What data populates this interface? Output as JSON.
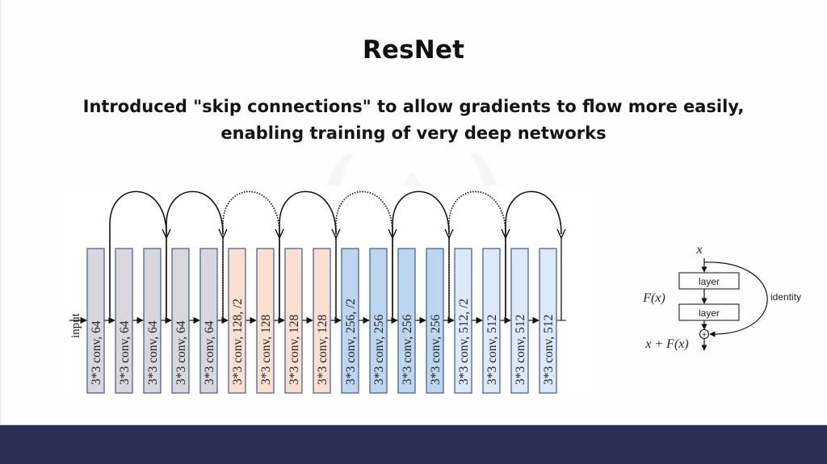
{
  "slide": {
    "title": "ResNet",
    "subtitle_line1": "Introduced \"skip connections\" to allow gradients to flow more easily,",
    "subtitle_line2": "enabling training of very deep networks",
    "footer_color": "#2c2f55"
  },
  "network_diagram": {
    "input_label": "input",
    "layers": [
      {
        "label": "3*3 conv, 64",
        "group": "64"
      },
      {
        "label": "3*3 conv, 64",
        "group": "64"
      },
      {
        "label": "3*3 conv, 64",
        "group": "64"
      },
      {
        "label": "3*3 conv, 64",
        "group": "64"
      },
      {
        "label": "3*3 conv, 64",
        "group": "64"
      },
      {
        "label": "3*3 conv, 128, /2",
        "group": "128"
      },
      {
        "label": "3*3 conv, 128",
        "group": "128"
      },
      {
        "label": "3*3 conv, 128",
        "group": "128"
      },
      {
        "label": "3*3 conv, 128",
        "group": "128"
      },
      {
        "label": "3*3 conv, 256, /2",
        "group": "256"
      },
      {
        "label": "3*3 conv, 256",
        "group": "256"
      },
      {
        "label": "3*3 conv, 256",
        "group": "256"
      },
      {
        "label": "3*3 conv, 256",
        "group": "256"
      },
      {
        "label": "3*3 conv, 512, /2",
        "group": "512"
      },
      {
        "label": "3*3 conv, 512",
        "group": "512"
      },
      {
        "label": "3*3 conv, 512",
        "group": "512"
      },
      {
        "label": "3*3 conv, 512",
        "group": "512"
      }
    ],
    "group_colors": {
      "64": "#d6d8dd",
      "128": "#fbe0d2",
      "256": "#bdd6f0",
      "512": "#dce9f8"
    },
    "border_color": "#4d6490",
    "skip_connections": [
      {
        "from_gap": 0,
        "to_gap": 2,
        "style": "solid"
      },
      {
        "from_gap": 2,
        "to_gap": 4,
        "style": "solid"
      },
      {
        "from_gap": 4,
        "to_gap": 6,
        "style": "dotted"
      },
      {
        "from_gap": 6,
        "to_gap": 8,
        "style": "solid"
      },
      {
        "from_gap": 8,
        "to_gap": 10,
        "style": "dotted"
      },
      {
        "from_gap": 10,
        "to_gap": 12,
        "style": "solid"
      },
      {
        "from_gap": 12,
        "to_gap": 14,
        "style": "dotted"
      },
      {
        "from_gap": 14,
        "to_gap": 16,
        "style": "solid"
      }
    ]
  },
  "residual_block": {
    "input_label": "x",
    "layer_labels": [
      "layer",
      "layer"
    ],
    "function_label": "F(x)",
    "identity_label": "identity",
    "output_label": "x + F(x)",
    "add_symbol": "+"
  }
}
